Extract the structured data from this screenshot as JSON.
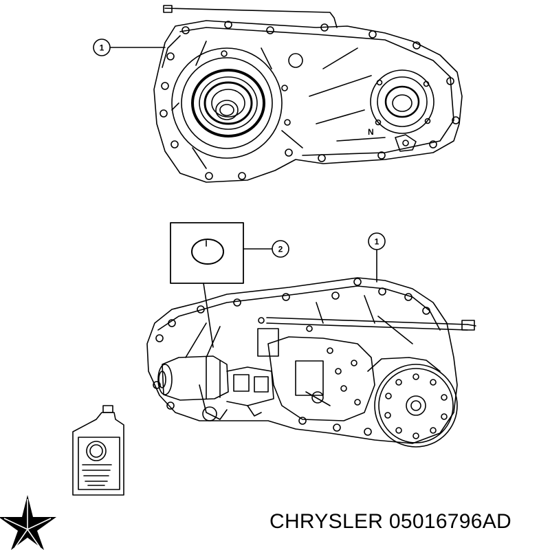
{
  "callouts": [
    {
      "number": "1"
    },
    {
      "number": "2"
    },
    {
      "number": "1"
    }
  ],
  "caption": {
    "brand": "CHRYSLER",
    "part_number": "05016796AD"
  },
  "icons": {
    "brand_logo": "chrysler-pentastar-icon",
    "fluid_bottle": "fluid-bottle-icon",
    "transfer_case_top": "transfer-case-icon",
    "transfer_case_bottom": "transfer-case-icon",
    "seal_detail": "seal-ring-icon"
  },
  "colors": {
    "line": "#000000",
    "background": "#ffffff"
  }
}
